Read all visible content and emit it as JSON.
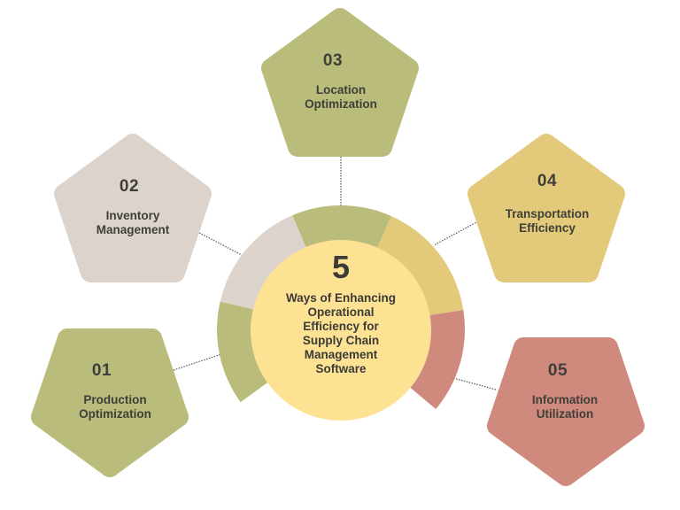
{
  "center": {
    "number": "5",
    "title_lines": [
      "Ways of Enhancing",
      "Operational",
      "Efficiency for",
      "Supply Chain",
      "Management",
      "Software"
    ],
    "color": "#fde293"
  },
  "items": [
    {
      "number": "01",
      "lines": [
        "Production",
        "Optimization"
      ],
      "color": "#b9bc7a"
    },
    {
      "number": "02",
      "lines": [
        "Inventory",
        "Management"
      ],
      "color": "#dcd4cc"
    },
    {
      "number": "03",
      "lines": [
        "Location",
        "Optimization"
      ],
      "color": "#b9bc7a"
    },
    {
      "number": "04",
      "lines": [
        "Transportation",
        "Efficiency"
      ],
      "color": "#e3c97a"
    },
    {
      "number": "05",
      "lines": [
        "Information",
        "Utilization"
      ],
      "color": "#cf8a7d"
    }
  ],
  "colors": {
    "connector": "#555555",
    "text": "#3f3f3a"
  }
}
